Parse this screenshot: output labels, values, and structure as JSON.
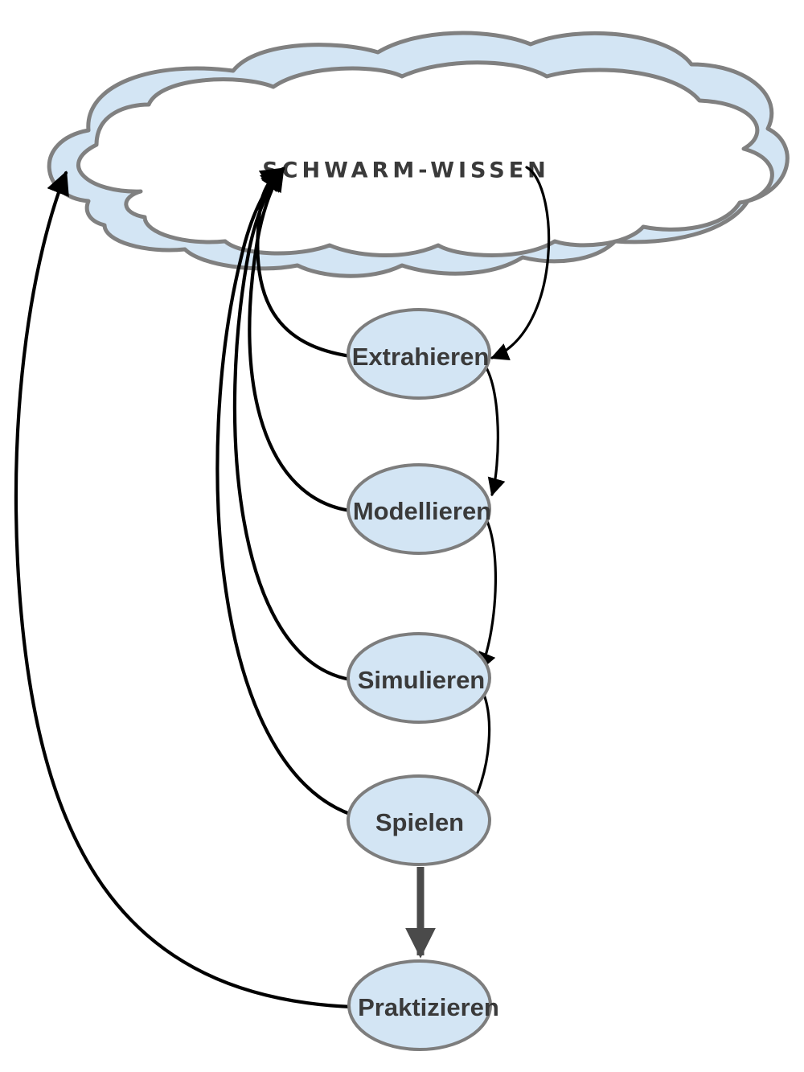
{
  "diagram": {
    "cloud": {
      "title": "SCHWARM-WISSEN"
    },
    "nodes": [
      {
        "id": "extrahieren",
        "label": "Extrahieren"
      },
      {
        "id": "modellieren",
        "label": "Modellieren"
      },
      {
        "id": "simulieren",
        "label": "Simulieren"
      },
      {
        "id": "spielen",
        "label": "Spielen"
      },
      {
        "id": "praktizieren",
        "label": "Praktizieren"
      }
    ],
    "edges": [
      {
        "from": "SCHWARM-WISSEN",
        "to": "Extrahieren"
      },
      {
        "from": "Extrahieren",
        "to": "Modellieren"
      },
      {
        "from": "Modellieren",
        "to": "Simulieren"
      },
      {
        "from": "Simulieren",
        "to": "Spielen"
      },
      {
        "from": "Spielen",
        "to": "Praktizieren"
      },
      {
        "from": "Extrahieren",
        "to": "SCHWARM-WISSEN"
      },
      {
        "from": "Modellieren",
        "to": "SCHWARM-WISSEN"
      },
      {
        "from": "Simulieren",
        "to": "SCHWARM-WISSEN"
      },
      {
        "from": "Spielen",
        "to": "SCHWARM-WISSEN"
      },
      {
        "from": "Praktizieren",
        "to": "SCHWARM-WISSEN"
      }
    ],
    "colors": {
      "cloud_fill": "#d3e5f4",
      "cloud_outline": "#808080",
      "node_fill": "#d3e5f4",
      "arrow": "#000000",
      "thick_arrow": "#4a4a4a"
    }
  }
}
